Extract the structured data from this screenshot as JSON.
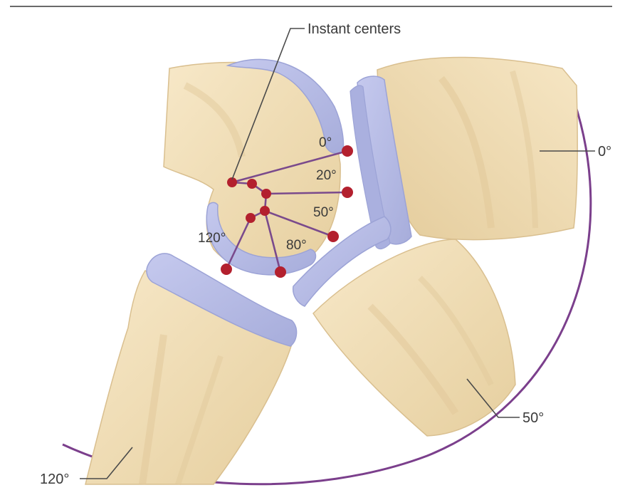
{
  "figure": {
    "labels": {
      "instant_centers": "Instant centers",
      "angle_0": "0°",
      "angle_20": "20°",
      "angle_50": "50°",
      "angle_80": "80°",
      "angle_120": "120°"
    },
    "colors": {
      "bone": "#f2dfba",
      "bone_shadow": "#e3c99a",
      "cartilage": "#b8bde6",
      "cartilage_edge": "#9ca3d6",
      "instant_center_dot": "#b3202e",
      "path_line": "#7a4a8c",
      "arc": "#7b3f8c",
      "top_rule": "#6a6a6a"
    }
  }
}
